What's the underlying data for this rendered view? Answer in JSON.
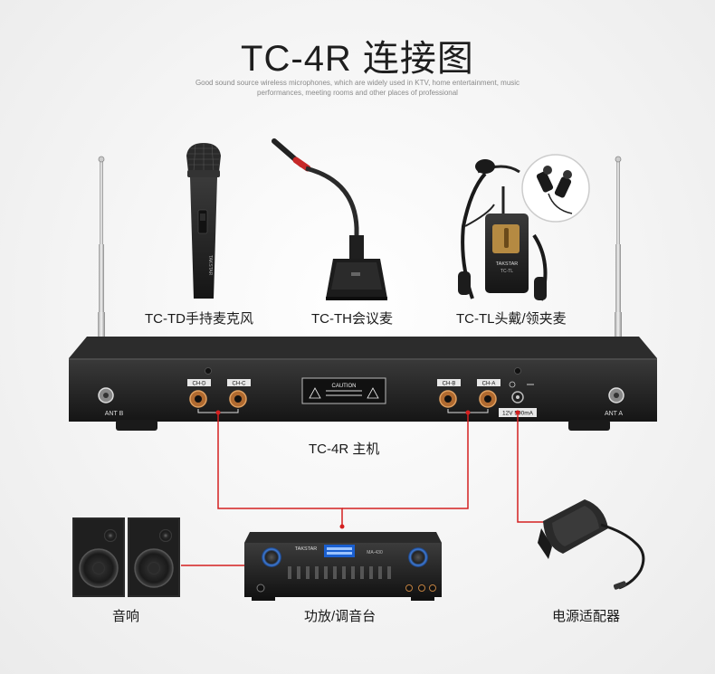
{
  "header": {
    "title": "TC-4R 连接图",
    "subtitle": "Good sound source wireless microphones, which are widely used in KTV, home entertainment, music performances, meeting rooms and other places of professional"
  },
  "devices": {
    "handheld_label": "TC-TD手持麦克风",
    "gooseneck_label": "TC-TH会议麦",
    "headset_label": "TC-TL头戴/领夹麦",
    "receiver_label": "TC-4R 主机",
    "speaker_label": "音响",
    "amplifier_label": "功放/调音台",
    "adapter_label": "电源适配器"
  },
  "receiver_panel": {
    "ant_b": "ANT B",
    "ant_a": "ANT A",
    "ch_d": "CH-D",
    "ch_c": "CH-C",
    "ch_b": "CH-B",
    "ch_a": "CH-A",
    "caution_title": "CAUTION",
    "power_rating": "12V 500mA"
  },
  "brand": {
    "name": "TAKSTAR",
    "handheld_brand": "TAKSTAR",
    "bodypack_model": "TC-TL",
    "amp_model": "MA-430"
  },
  "colors": {
    "cable": "#d42020",
    "device_dark": "#1c1c1c"
  }
}
